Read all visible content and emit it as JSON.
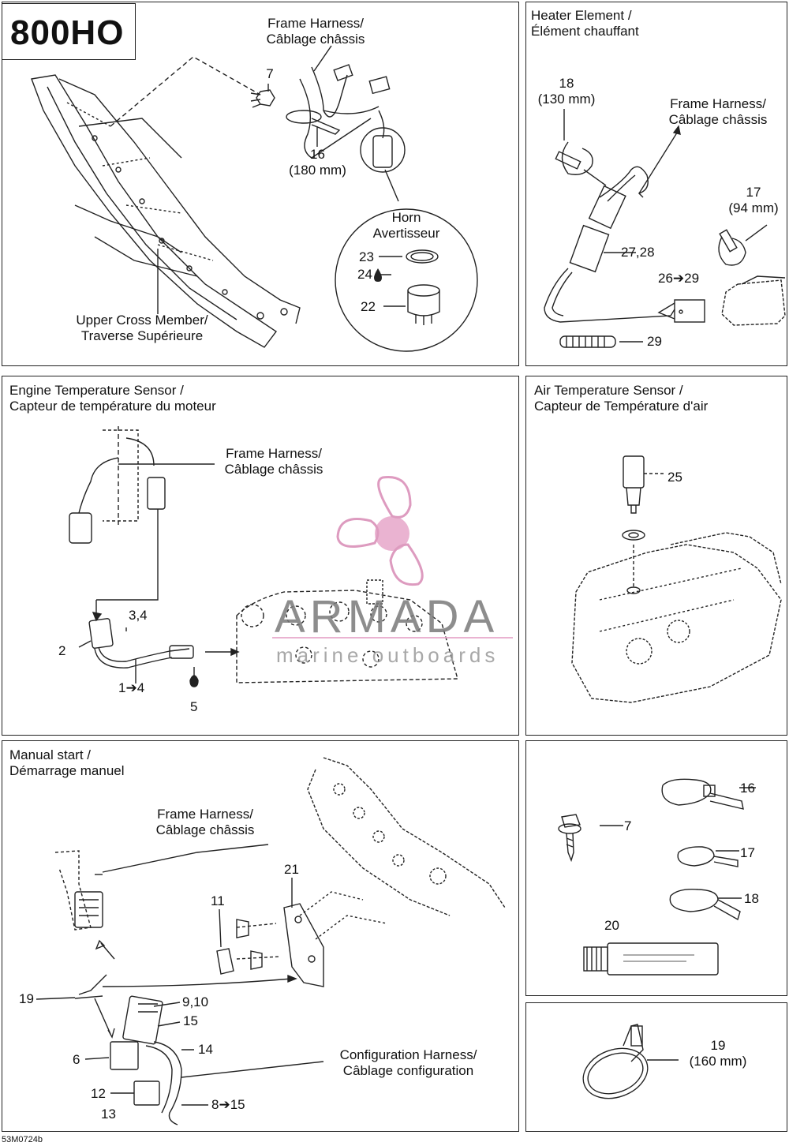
{
  "model": "800HO",
  "diagram_code": "53M0724b",
  "watermark": {
    "name": "ARMADA",
    "tagline": "marine outboards"
  },
  "panels": {
    "horn": {
      "frame_harness": "Frame Harness/\nCâblage châssis",
      "horn_title": "Horn\nAvertisseur",
      "upper_cross_member": "Upper Cross Member/\nTraverse Supérieure",
      "callouts": {
        "c7": "7",
        "c16": "16\n(180 mm)",
        "c23": "23",
        "c24": "24",
        "c22": "22"
      }
    },
    "heater": {
      "title": "Heater Element /\nÉlément chauffant",
      "frame_harness": "Frame Harness/\nCâblage châssis",
      "callouts": {
        "c18": "18\n(130 mm)",
        "c17": "17\n(94 mm)",
        "c2728": "27,28",
        "c2629": "26➔29",
        "c29": "29"
      }
    },
    "engine_temp": {
      "title": "Engine Temperature Sensor /\nCapteur de température du moteur",
      "frame_harness": "Frame Harness/\nCâblage châssis",
      "callouts": {
        "c34": "3,4",
        "c2": "2",
        "c14": "1➔4",
        "c5": "5"
      }
    },
    "air_temp": {
      "title": "Air Temperature Sensor /\nCapteur de Température d'air",
      "callouts": {
        "c25": "25"
      }
    },
    "manual_start": {
      "title": "Manual start /\nDémarrage manuel",
      "frame_harness": "Frame Harness/\nCâblage châssis",
      "config_harness": "Configuration Harness/\nCâblage configuration",
      "callouts": {
        "c21": "21",
        "c11": "11",
        "c19": "19",
        "c910": "9,10",
        "c15": "15",
        "c6": "6",
        "c14": "14",
        "c12": "12",
        "c13": "13",
        "c815": "8➔15"
      }
    },
    "hardware": {
      "callouts": {
        "c16": "16",
        "c7": "7",
        "c17": "17",
        "c18": "18",
        "c20": "20"
      }
    },
    "clamp": {
      "callouts": {
        "c19": "19\n(160 mm)"
      }
    }
  }
}
